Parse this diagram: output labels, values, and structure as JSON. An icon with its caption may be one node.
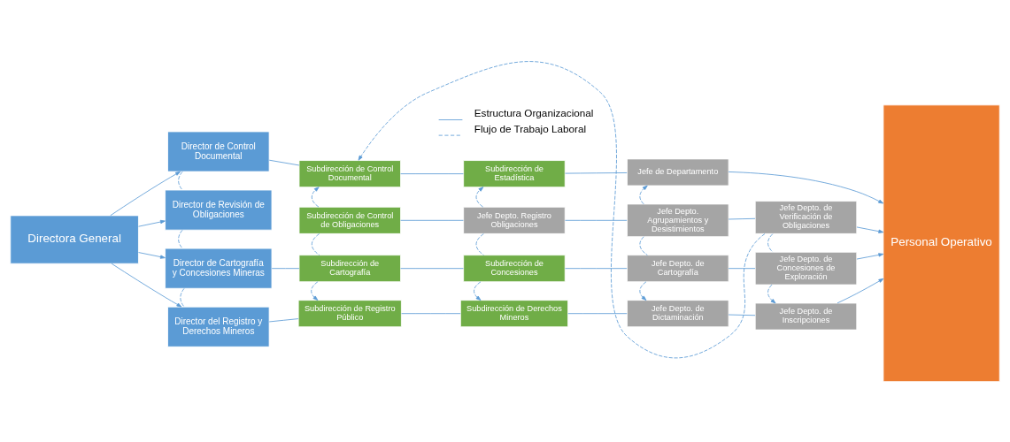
{
  "diagram": {
    "nodes": [
      {
        "text": [
          "Directora General"
        ]
      },
      {
        "text": [
          "Director de Control Documental"
        ]
      },
      {
        "text": [
          "Subdirección de Control Documental"
        ]
      },
      {
        "text": [
          "Subdirección de Estadística"
        ]
      },
      {
        "text": [
          "Jefe de Departamento"
        ]
      },
      {
        "text": [
          "Personal Operativo"
        ]
      },
      {
        "text": [
          "Director de Revisión de Obligaciones"
        ]
      },
      {
        "text": [
          "Subdirección de Control de Obligaciones"
        ]
      },
      {
        "text": [
          "Jefe Depto. Registro Obligaciones"
        ]
      },
      {
        "text": [
          "Jefe Depto. Agrupamientos y Desistimientos"
        ]
      },
      {
        "text": [
          "Jefe Depto. de Verificación de Obligaciones"
        ]
      },
      {
        "text": [
          "Director de Cartografía y Concesiones Mineras"
        ]
      },
      {
        "text": [
          "Subdirección de Cartografía"
        ]
      },
      {
        "text": [
          "Subdirección de Concesiones"
        ]
      },
      {
        "text": [
          "Jefe Depto. de Cartografía"
        ]
      },
      {
        "text": [
          "Jefe Depto. de Concesiones de Exploración"
        ]
      },
      {
        "text": [
          "Director del Registro y Derechos Mineros"
        ]
      },
      {
        "text": [
          "Subdirección de Registro Público"
        ]
      },
      {
        "text": [
          "Subdirección de Derechos Mineros"
        ]
      },
      {
        "text": [
          "Jefe Depto. de Dictaminación"
        ]
      },
      {
        "text": [
          "Jefe Depto. de Inscripciones"
        ]
      }
    ],
    "edges": [
      {
        "from": 0,
        "to": 1,
        "arrow": "to"
      },
      {
        "from": 0,
        "to": 6,
        "arrow": "to"
      },
      {
        "from": 0,
        "to": 11,
        "arrow": "to"
      },
      {
        "from": 0,
        "to": 16,
        "arrow": "to"
      },
      {
        "from": 1,
        "to": 2,
        "arrow": "none"
      },
      {
        "from": 2,
        "to": 3,
        "arrow": "none"
      },
      {
        "from": 3,
        "to": 4,
        "arrow": "none"
      },
      {
        "from": 4,
        "to": 5,
        "arrow": "to"
      },
      {
        "from": 7,
        "to": 8,
        "arrow": "none"
      },
      {
        "from": 8,
        "to": 9,
        "arrow": "none"
      },
      {
        "from": 9,
        "to": 10,
        "arrow": "none"
      },
      {
        "from": 10,
        "to": 5,
        "arrow": "to"
      },
      {
        "from": 11,
        "to": 12,
        "arrow": "none"
      },
      {
        "from": 12,
        "to": 13,
        "arrow": "none"
      },
      {
        "from": 13,
        "to": 14,
        "arrow": "none"
      },
      {
        "from": 14,
        "to": 15,
        "arrow": "none"
      },
      {
        "from": 15,
        "to": 5,
        "arrow": "to"
      },
      {
        "from": 16,
        "to": 17,
        "arrow": "none"
      },
      {
        "from": 17,
        "to": 18,
        "arrow": "none"
      },
      {
        "from": 18,
        "to": 19,
        "arrow": "none"
      },
      {
        "from": 19,
        "to": 20,
        "arrow": "none"
      },
      {
        "from": 20,
        "to": 5,
        "arrow": "to"
      },
      {
        "from": 1,
        "to": 6,
        "arrow": "none",
        "style": "dashed"
      },
      {
        "from": 6,
        "to": 11,
        "arrow": "none",
        "style": "dashed"
      },
      {
        "from": 11,
        "to": 16,
        "arrow": "none",
        "style": "dashed"
      },
      {
        "from": 7,
        "to": 2,
        "arrow": "to",
        "style": "dashed"
      },
      {
        "from": 8,
        "to": 3,
        "arrow": "to",
        "style": "dashed"
      },
      {
        "from": 9,
        "to": 4,
        "arrow": "to",
        "style": "dashed"
      },
      {
        "from": 10,
        "to": 2,
        "arrow": "to",
        "style": "dashed"
      },
      {
        "from": 7,
        "to": 12,
        "arrow": "none",
        "style": "dashed"
      },
      {
        "from": 8,
        "to": 13,
        "arrow": "none",
        "style": "dashed"
      },
      {
        "from": 9,
        "to": 14,
        "arrow": "none",
        "style": "dashed"
      },
      {
        "from": 10,
        "to": 15,
        "arrow": "none",
        "style": "dashed"
      },
      {
        "from": 12,
        "to": 17,
        "arrow": "to",
        "style": "dashed"
      },
      {
        "from": 13,
        "to": 18,
        "arrow": "to",
        "style": "dashed"
      },
      {
        "from": 14,
        "to": 19,
        "arrow": "to",
        "style": "dashed"
      },
      {
        "from": 15,
        "to": 20,
        "arrow": "to",
        "style": "dashed"
      }
    ],
    "legend": [
      {
        "text": "Estructura Organizacional"
      },
      {
        "text": "Flujo de Trabajo Laboral"
      }
    ]
  }
}
